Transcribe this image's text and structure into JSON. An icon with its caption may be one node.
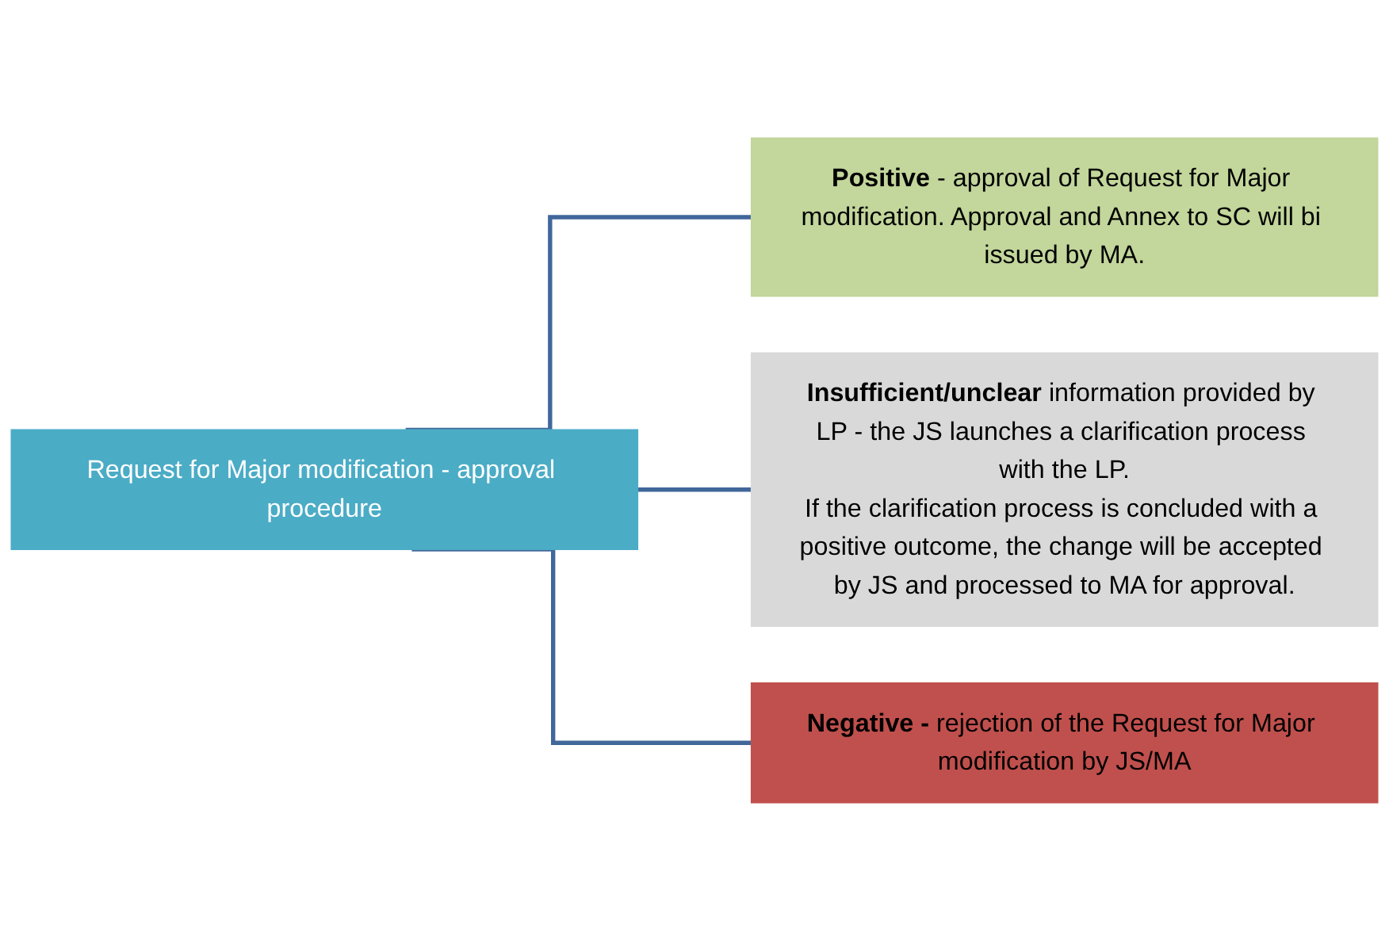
{
  "diagram": {
    "nodes": [
      {
        "text": [
          "Request for Major modification - approval procedure"
        ]
      },
      {
        "text": [
          "**Positive** - approval of Request for Major modification. Approval and Annex to SC will bi issued by MA."
        ]
      },
      {
        "text": [
          "**Insufficient/unclear** information provided by LP - the JS launches a clarification process with the LP.",
          "If the clarification process is concluded with a positive outcome, the change will be accepted by JS and processed to MA for approval."
        ]
      },
      {
        "text": [
          "**Negative -** rejection of the Request for Major modification by JS/MA"
        ]
      }
    ],
    "edges": [
      {
        "from": 0,
        "to": 1,
        "arrow": "none"
      },
      {
        "from": 0,
        "to": 2,
        "arrow": "none"
      },
      {
        "from": 0,
        "to": 3,
        "arrow": "none"
      }
    ]
  }
}
